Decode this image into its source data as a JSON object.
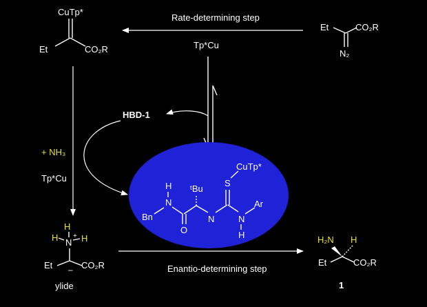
{
  "top_left_compound": {
    "metal": "CuTp*",
    "ethyl": "Et",
    "ester": "CO₂R"
  },
  "top_right_compound": {
    "ethyl": "Et",
    "ester": "CO₂R",
    "diazo": "N₂"
  },
  "labels": {
    "rate_step": "Rate-determining step",
    "catalyst_top": "Tp*Cu",
    "catalyst_left": "Tp*Cu",
    "hbd": "HBD-1",
    "ammonia": "+ NH₃",
    "enantio_step": "Enantio-determining step"
  },
  "hbd_structure": {
    "h_top": "H",
    "n_left": "N",
    "bn": "Bn",
    "o": "O",
    "tbu": "ᵗBu",
    "nh_mid": "N",
    "h_mid": "H",
    "s": "S",
    "cutp": "CuTp*",
    "n_right": "N",
    "ar": "Ar",
    "h_bottom": "H"
  },
  "ylide": {
    "h1": "H",
    "h2": "H",
    "h3": "H",
    "n": "N",
    "plus": "+",
    "minus": "–",
    "ethyl": "Et",
    "ester": "CO₂R",
    "caption": "ylide"
  },
  "product": {
    "amine": "H₂N",
    "h": "H",
    "ethyl": "Et",
    "ester": "CO₂R",
    "caption": "1"
  },
  "colors": {
    "background": "#000000",
    "ellipse": "#1f22d6",
    "highlight": "#e8e23c",
    "text": "#ffffff"
  }
}
